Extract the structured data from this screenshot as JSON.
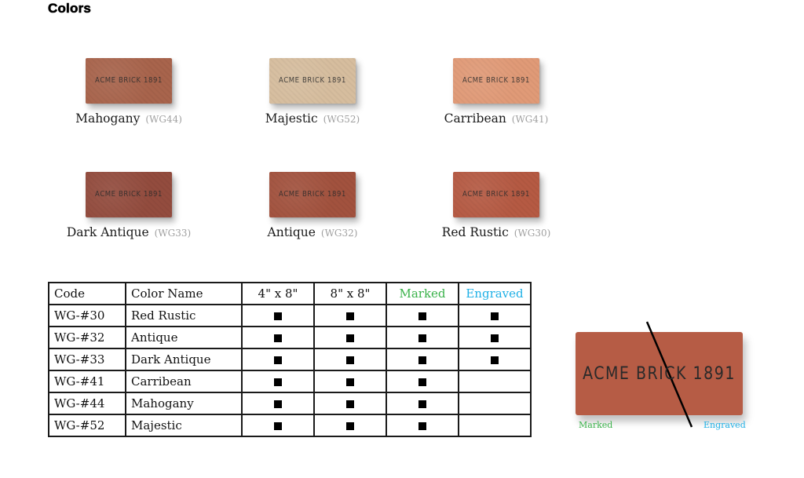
{
  "page": {
    "title": "Colors"
  },
  "swatches": [
    {
      "name": "Mahogany",
      "code": "(WG44)",
      "brick_text": "ACME BRICK 1891",
      "color": "#a8644c"
    },
    {
      "name": "Majestic",
      "code": "(WG52)",
      "brick_text": "ACME BRICK 1891",
      "color": "#d6bd9e"
    },
    {
      "name": "Carribean",
      "code": "(WG41)",
      "brick_text": "ACME BRICK 1891",
      "color": "#e09a77"
    },
    {
      "name": "Dark Antique",
      "code": "(WG33)",
      "brick_text": "ACME BRICK 1891",
      "color": "#934c3e"
    },
    {
      "name": "Antique",
      "code": "(WG32)",
      "brick_text": "ACME BRICK 1891",
      "color": "#a2523e"
    },
    {
      "name": "Red Rustic",
      "code": "(WG30)",
      "brick_text": "ACME BRICK 1891",
      "color": "#b55a43"
    }
  ],
  "table": {
    "headers": [
      "Code",
      "Color Name",
      "4\" x 8\"",
      "8\" x 8\"",
      "Marked",
      "Engraved"
    ],
    "header_colors": {
      "marked": "#3ab24a",
      "engraved": "#1fb0e6"
    },
    "rows": [
      {
        "code": "WG-#30",
        "name": "Red Rustic",
        "s4x8": true,
        "s8x8": true,
        "marked": true,
        "engraved": true
      },
      {
        "code": "WG-#32",
        "name": "Antique",
        "s4x8": true,
        "s8x8": true,
        "marked": true,
        "engraved": true
      },
      {
        "code": "WG-#33",
        "name": "Dark Antique",
        "s4x8": true,
        "s8x8": true,
        "marked": true,
        "engraved": true
      },
      {
        "code": "WG-#41",
        "name": "Carribean",
        "s4x8": true,
        "s8x8": true,
        "marked": true,
        "engraved": false
      },
      {
        "code": "WG-#44",
        "name": "Mahogany",
        "s4x8": true,
        "s8x8": true,
        "marked": true,
        "engraved": false
      },
      {
        "code": "WG-#52",
        "name": "Majestic",
        "s4x8": true,
        "s8x8": true,
        "marked": true,
        "engraved": false
      }
    ],
    "check_icon": "black-square"
  },
  "example": {
    "brick_text": "ACME BRICK 1891",
    "brick_color": "#b65c45",
    "marked_label": "Marked",
    "engraved_label": "Engraved"
  }
}
